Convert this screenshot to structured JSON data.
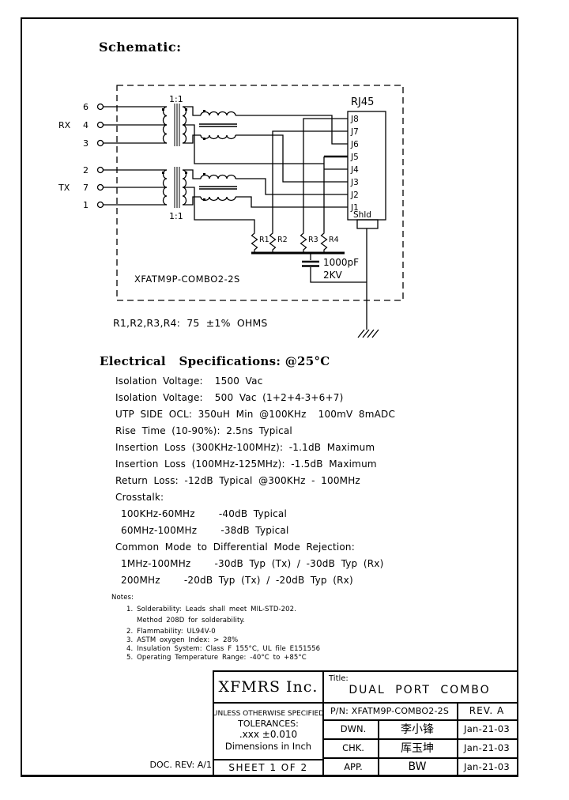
{
  "page": {
    "doc_rev": "DOC. REV: A/1"
  },
  "schematic": {
    "heading": "Schematic:",
    "part_label": "XFATM9P-COMBO2-2S",
    "rj45_label": "RJ45",
    "shld_label": "Shld",
    "ratio_top": "1:1",
    "ratio_bottom": "1:1",
    "rx_label": "RX",
    "tx_label": "TX",
    "rx_pins": [
      "6",
      "4",
      "3"
    ],
    "tx_pins": [
      "2",
      "7",
      "1"
    ],
    "rj45_pins": [
      "J8",
      "J7",
      "J6",
      "J5",
      "J4",
      "J3",
      "J2",
      "J1"
    ],
    "resistors": [
      "R1",
      "R2",
      "R3",
      "R4"
    ],
    "cap_value": "1000pF",
    "cap_rating": "2KV",
    "resistor_note": "R1,R2,R3,R4: 75 ±1% OHMS"
  },
  "specs": {
    "heading": "Electrical   Specifications: @25°C",
    "rows": [
      "Isolation Voltage:  1500 Vac",
      "Isolation Voltage:  500 Vac (1+2+4-3+6+7)",
      "UTP SIDE OCL: 350uH Min @100KHz  100mV 8mADC",
      "Rise Time (10-90%): 2.5ns Typical",
      "Insertion Loss (300KHz-100MHz): -1.1dB Maximum",
      "Insertion Loss (100MHz-125MHz): -1.5dB Maximum",
      "Return Loss: -12dB Typical @300KHz - 100MHz",
      "Crosstalk:",
      "100KHz-60MHz    -40dB Typical",
      "60MHz-100MHz    -38dB Typical",
      "Common Mode to Differential Mode Rejection:",
      "1MHz-100MHz    -30dB Typ (Tx) / -30dB Typ (Rx)",
      "200MHz    -20dB Typ (Tx) / -20dB Typ (Rx)"
    ]
  },
  "notes": {
    "heading": "Notes:",
    "rows": [
      "1. Solderability: Leads shall meet MIL-STD-202.",
      "Method 208D for solderability.",
      "2. Flammability: UL94V-0",
      "3. ASTM oxygen Index: > 28%",
      "4. Insulation System: Class F 155°C, UL file E151556",
      "5. Operating Temperature Range: -40°C to +85°C"
    ]
  },
  "title_block": {
    "company": "XFMRS Inc.",
    "title_label": "Title:",
    "title": "DUAL PORT COMBO",
    "pn": "P/N: XFATM9P-COMBO2-2S",
    "rev": "REV. A",
    "tolerance_lines": [
      "UNLESS OTHERWISE SPECIFIED",
      "TOLERANCES:",
      ".xxx ±0.010",
      "Dimensions in Inch"
    ],
    "sheet": "SHEET 1 OF 2",
    "rows": [
      {
        "label": "DWN.",
        "name": "李小锋",
        "date": "Jan-21-03"
      },
      {
        "label": "CHK.",
        "name": "厍玉坤",
        "date": "Jan-21-03"
      },
      {
        "label": "APP.",
        "name": "BW",
        "date": "Jan-21-03"
      }
    ]
  }
}
